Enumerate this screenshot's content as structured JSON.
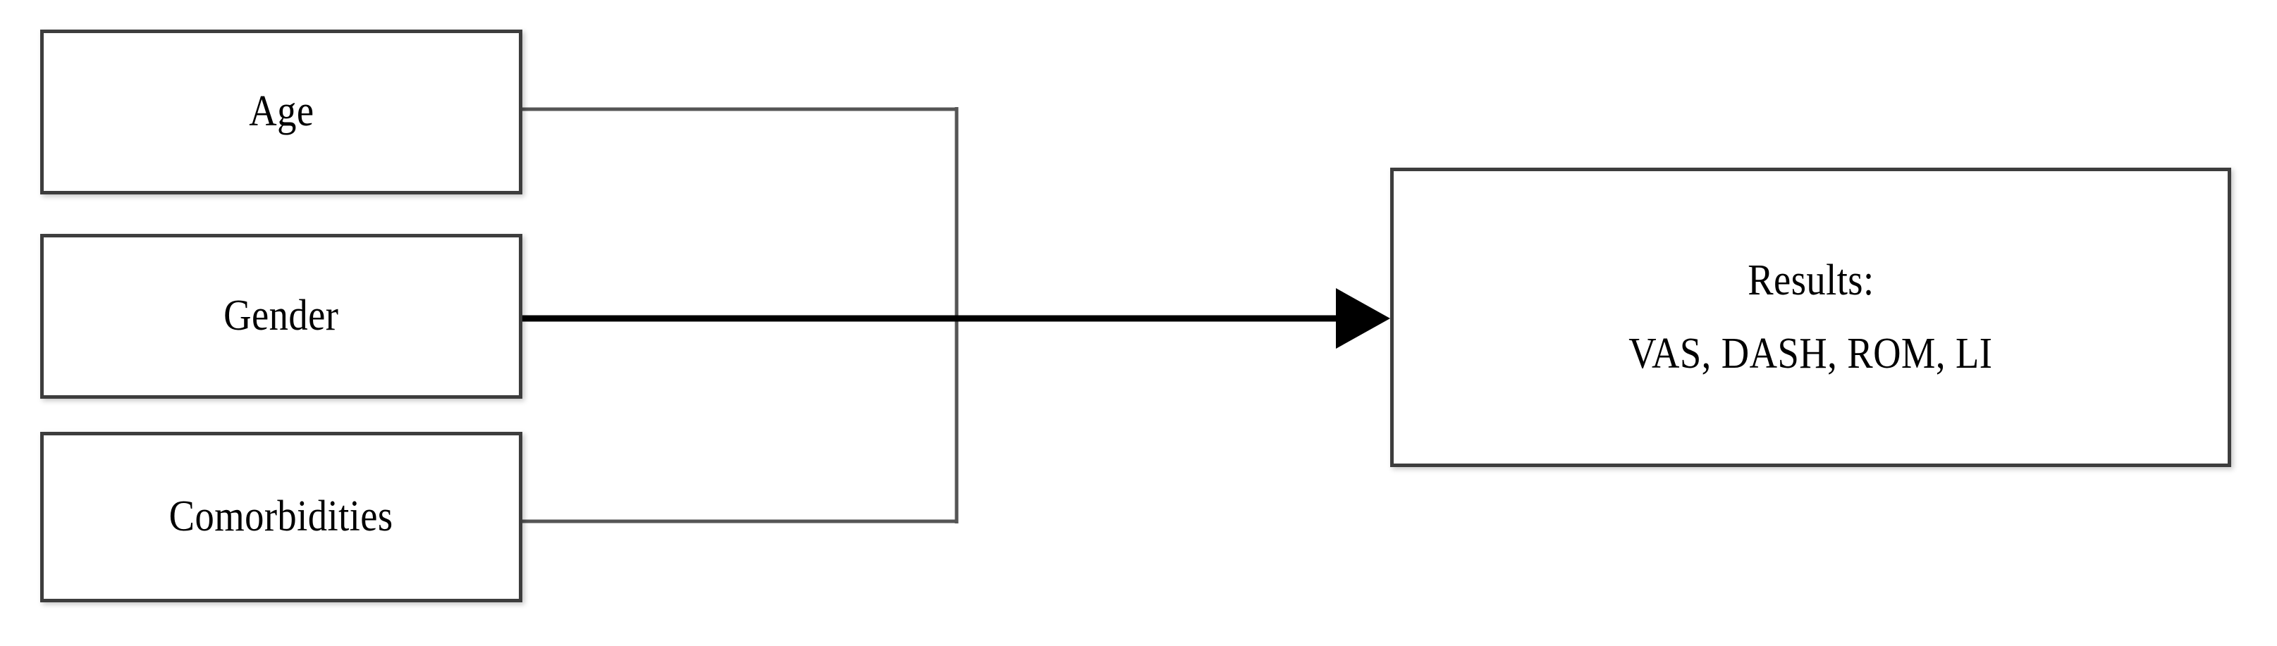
{
  "diagram": {
    "type": "flowchart",
    "orientation": "left-to-right",
    "background_color": "#ffffff",
    "box_border_color": "#3d3d3d",
    "line_color_thin": "#555555",
    "line_color_thick": "#000000",
    "text_color": "#000000",
    "inputs": [
      {
        "id": "age",
        "label": "Age"
      },
      {
        "id": "gender",
        "label": "Gender"
      },
      {
        "id": "comorbidities",
        "label": "Comorbidities"
      }
    ],
    "output": {
      "id": "results",
      "title": "Results:",
      "measures_line": "VAS, DASH, ROM, LI",
      "measures": [
        "VAS",
        "DASH",
        "ROM",
        "LI"
      ]
    },
    "connections": [
      {
        "from": "age",
        "to": "results",
        "style": "thin",
        "routing": "elbow-down"
      },
      {
        "from": "gender",
        "to": "results",
        "style": "thick",
        "routing": "straight",
        "arrowhead": "filled-triangle"
      },
      {
        "from": "comorbidities",
        "to": "results",
        "style": "thin",
        "routing": "elbow-up"
      }
    ]
  }
}
